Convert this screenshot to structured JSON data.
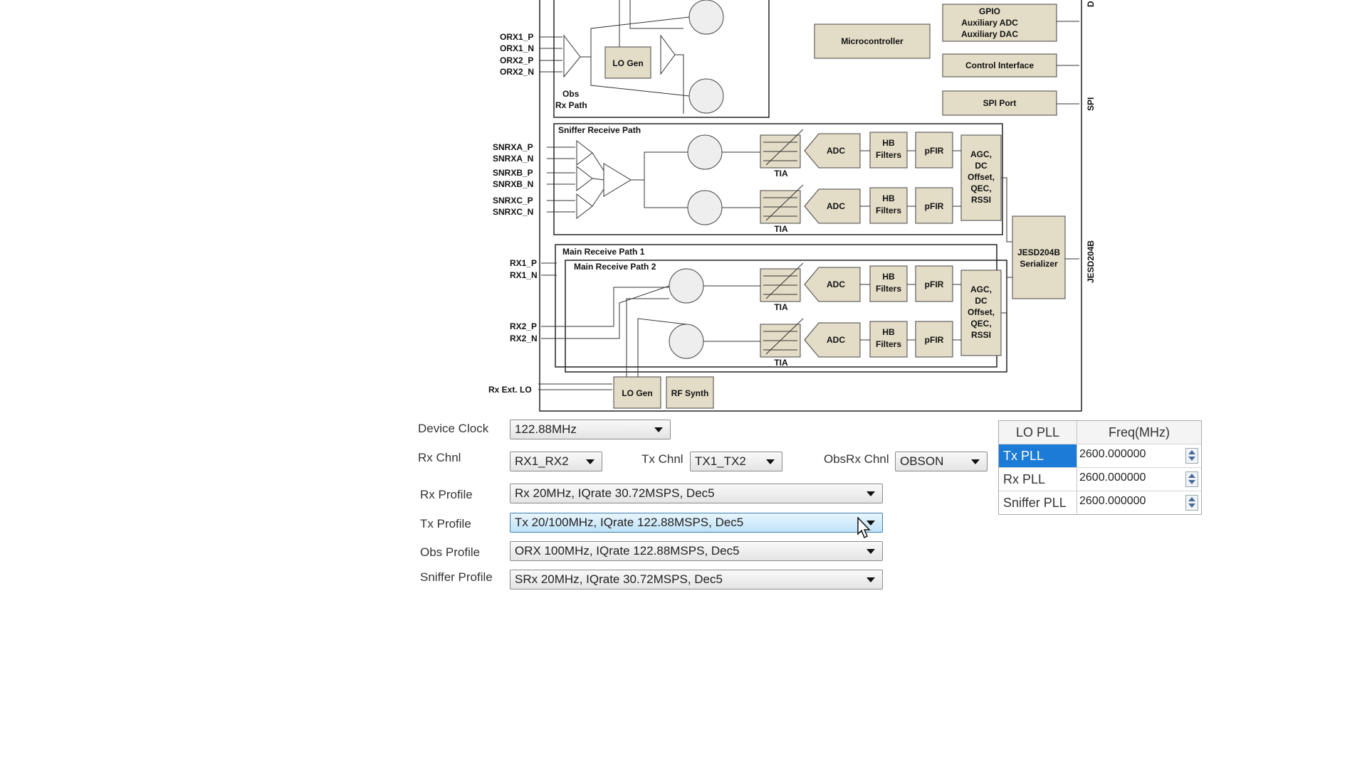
{
  "diagram": {
    "left_labels": {
      "orx": [
        "ORX1_P",
        "ORX1_N",
        "ORX2_P",
        "ORX2_N"
      ],
      "snrx": [
        "SNRXA_P",
        "SNRXA_N",
        "SNRXB_P",
        "SNRXB_N",
        "SNRXC_P",
        "SNRXC_N"
      ],
      "rx": [
        "RX1_P",
        "RX1_N",
        "RX2_P",
        "RX2_N"
      ],
      "ext_lo": "Rx Ext. LO"
    },
    "section_titles": {
      "obs_rx_path_line1": "Obs",
      "obs_rx_path_line2": "Rx Path",
      "sniffer": "Sniffer Receive Path",
      "main1": "Main Receive Path 1",
      "main2": "Main Receive Path 2"
    },
    "blocks": {
      "lo_gen": "LO Gen",
      "rf_synth": "RF Synth",
      "microcontroller": "Microcontroller",
      "gpio_l1": "GPIO",
      "gpio_l2": "Auxiliary ADC",
      "gpio_l3": "Auxiliary DAC",
      "control_interface": "Control Interface",
      "spi_port": "SPI Port",
      "adc": "ADC",
      "tia": "TIA",
      "hb_l1": "HB",
      "hb_l2": "Filters",
      "pfir": "pFIR",
      "agc_l1": "AGC,",
      "agc_l2": "DC",
      "agc_l3": "Offset,",
      "agc_l4": "QEC,",
      "agc_l5": "RSSI",
      "jesd_l1": "JESD204B",
      "jesd_l2": "Serializer"
    },
    "right_labels": {
      "spi": "SPI",
      "jesd": "JESD204B",
      "top": "D"
    }
  },
  "form": {
    "device_clock": {
      "label": "Device Clock",
      "value": "122.88MHz"
    },
    "rx_chnl": {
      "label": "Rx Chnl",
      "value": "RX1_RX2"
    },
    "tx_chnl": {
      "label": "Tx Chnl",
      "value": "TX1_TX2"
    },
    "obsrx_chnl": {
      "label": "ObsRx Chnl",
      "value": "OBSON"
    },
    "rx_profile": {
      "label": "Rx Profile",
      "value": "Rx 20MHz, IQrate 30.72MSPS, Dec5"
    },
    "tx_profile": {
      "label": "Tx Profile",
      "value": "Tx 20/100MHz, IQrate 122.88MSPS, Dec5"
    },
    "obs_profile": {
      "label": "Obs Profile",
      "value": "ORX 100MHz, IQrate 122.88MSPS, Dec5"
    },
    "sniffer_profile": {
      "label": "Sniffer Profile",
      "value": "SRx 20MHz, IQrate 30.72MSPS, Dec5"
    }
  },
  "pll_table": {
    "headers": [
      "LO PLL",
      "Freq(MHz)"
    ],
    "rows": [
      {
        "name": "Tx PLL",
        "freq": "2600.000000"
      },
      {
        "name": "Rx PLL",
        "freq": "2600.000000"
      },
      {
        "name": "Sniffer PLL",
        "freq": "2600.000000"
      }
    ]
  },
  "colors": {
    "block_fill": "#e3dcc6",
    "selection": "#1c7bd6",
    "active_combo": "#bfe3f8"
  }
}
